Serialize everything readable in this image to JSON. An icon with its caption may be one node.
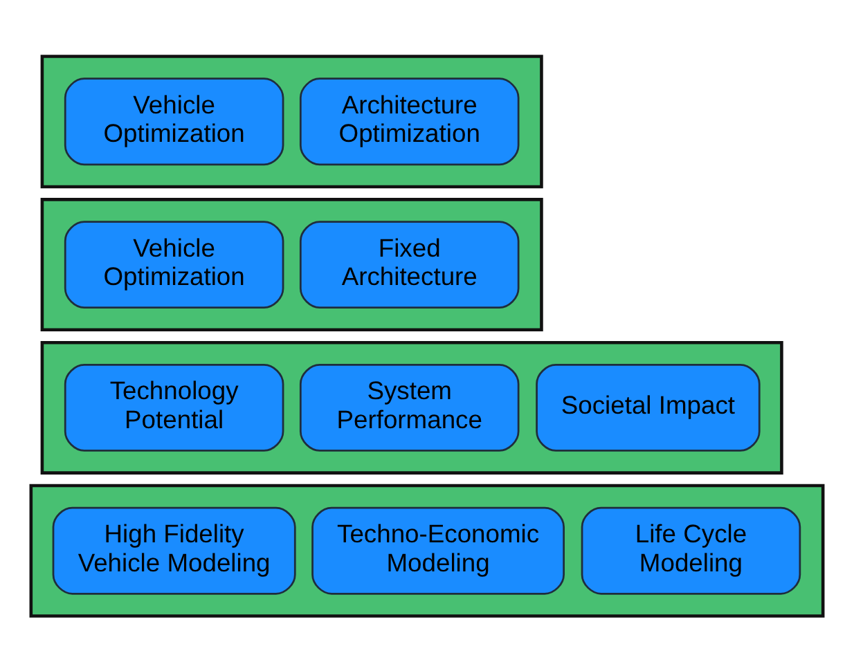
{
  "diagram": {
    "nodes": [
      {
        "text": [],
        "shape": "box"
      },
      {
        "text": [
          "Vehicle Optimization"
        ],
        "in": 0
      },
      {
        "text": [
          "Architecture Optimization"
        ],
        "in": 0
      },
      {
        "text": [],
        "shape": "box"
      },
      {
        "text": [
          "Vehicle Optimization"
        ],
        "in": 3
      },
      {
        "text": [
          "Fixed Architecture"
        ],
        "in": 3
      },
      {
        "text": [],
        "shape": "box"
      },
      {
        "text": [
          "Technology Potential"
        ],
        "in": 6
      },
      {
        "text": [
          "System Performance"
        ],
        "in": 6
      },
      {
        "text": [
          "Societal Impact"
        ],
        "in": 6
      },
      {
        "text": [],
        "shape": "box"
      },
      {
        "text": [
          "High Fidelity Vehicle Modeling"
        ],
        "in": 10
      },
      {
        "text": [
          "Techno-Economic Modeling"
        ],
        "in": 10
      },
      {
        "text": [
          "Life Cycle Modeling"
        ],
        "in": 10
      }
    ],
    "edges": []
  }
}
